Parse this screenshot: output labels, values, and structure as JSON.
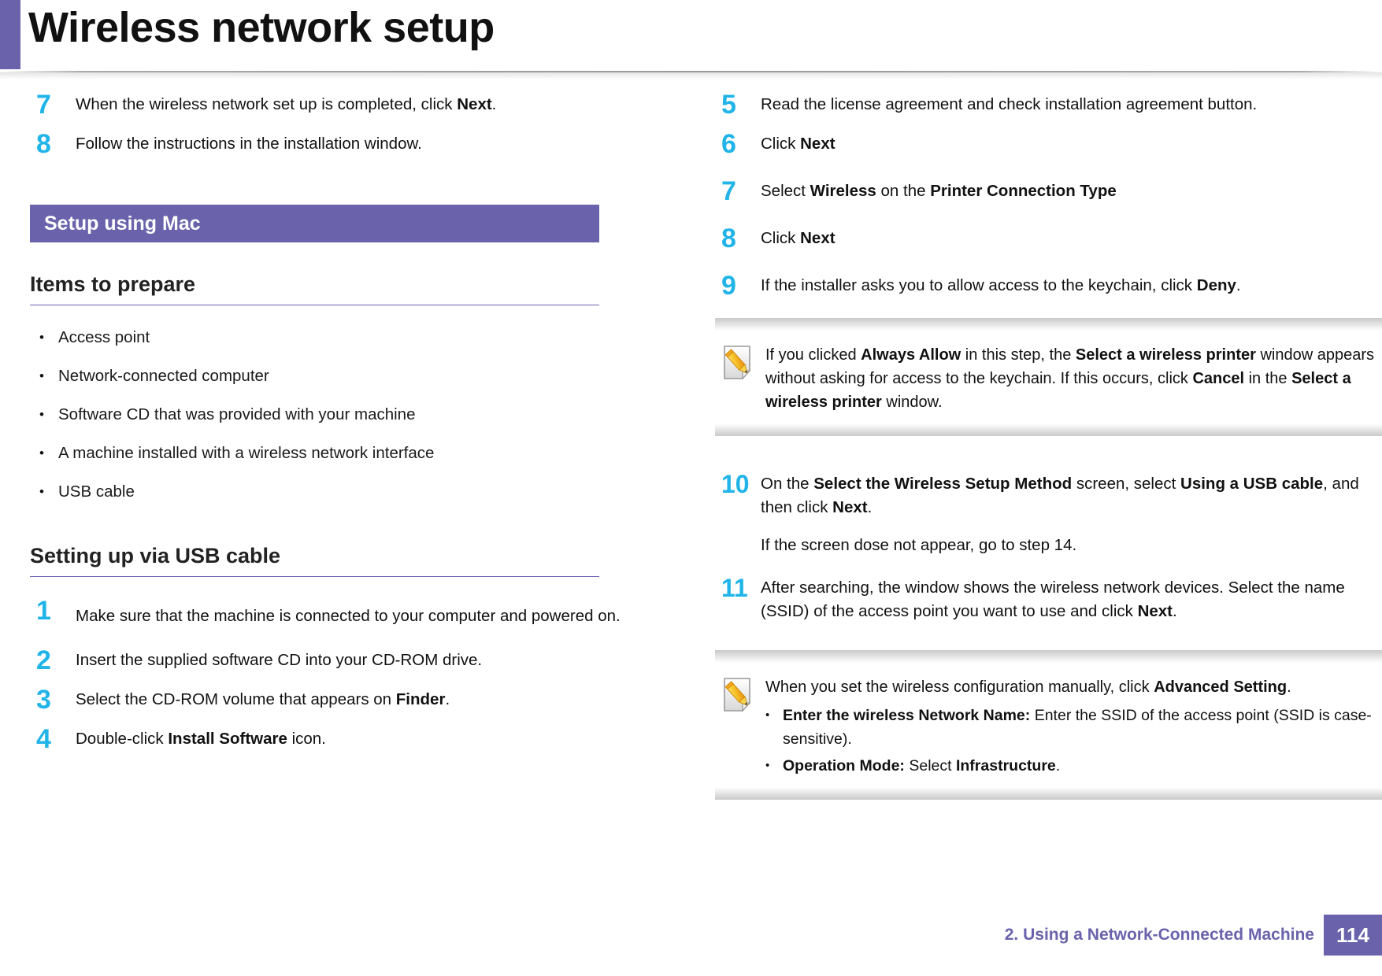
{
  "header": {
    "title": "Wireless network setup"
  },
  "left_column": {
    "top_steps": [
      {
        "num": "7",
        "text_before": "When the wireless network set up is completed, click ",
        "bold": "Next",
        "text_after": "."
      },
      {
        "num": "8",
        "text_before": "Follow the instructions in the installation window.",
        "bold": "",
        "text_after": ""
      }
    ],
    "banner": {
      "label": "Setup using Mac"
    },
    "items_heading": "Items to prepare",
    "items": [
      "Access point",
      "Network-connected computer",
      "Software CD that was provided with your machine",
      "A machine installed with a wireless network interface",
      "USB cable"
    ],
    "usb_heading": "Setting up via USB cable",
    "usb_steps": [
      {
        "num": "1",
        "text_before": "Make sure that the machine is connected to your computer and powered on.",
        "bold": "",
        "text_after": ""
      },
      {
        "num": "2",
        "text_before": "Insert the supplied software CD into your CD-ROM drive.",
        "bold": "",
        "text_after": ""
      },
      {
        "num": "3",
        "text_before": "Select the CD-ROM volume that appears on ",
        "bold": "Finder",
        "text_after": "."
      },
      {
        "num": "4",
        "text_before": "Double-click ",
        "bold": "Install Software",
        "text_after": " icon."
      }
    ]
  },
  "right_column": {
    "steps_5_9": [
      {
        "num": "5",
        "text": "Read the license agreement and check installation agreement button."
      },
      {
        "num": "6",
        "text": "Click Next"
      },
      {
        "num": "7",
        "text": "Select Wireless on the Printer Connection Type"
      },
      {
        "num": "8",
        "text": "Click Next"
      },
      {
        "num": "9",
        "text": "If the installer asks you to allow access to the keychain, click Deny."
      }
    ],
    "step5": {
      "num": "5",
      "t1": "Read the license agreement and check installation agreement button."
    },
    "step6": {
      "num": "6",
      "t1": "Click ",
      "b1": "Next"
    },
    "step7": {
      "num": "7",
      "t1": "Select ",
      "b1": "Wireless",
      "t2": " on the ",
      "b2": "Printer Connection Type"
    },
    "step8": {
      "num": "8",
      "t1": "Click ",
      "b1": "Next"
    },
    "step9": {
      "num": "9",
      "t1": "If the installer asks you to allow access to the keychain, click ",
      "b1": "Deny",
      "t2": "."
    },
    "note1": {
      "icon": "memo-pencil-icon",
      "t1": "If you clicked ",
      "b1": "Always Allow",
      "t2": " in this step, the ",
      "b2": "Select a wireless printer",
      "t3": " window appears without asking for access to the keychain. If this occurs, click ",
      "b3": "Cancel",
      "t4": " in the ",
      "b4": "Select a wireless printer",
      "t5": " window."
    },
    "step10": {
      "num": "10",
      "t1": "On the ",
      "b1": "Select the Wireless Setup Method",
      "t2": " screen, select ",
      "b2": "Using a USB cable",
      "t3": ", and then click ",
      "b3": "Next",
      "t4": ".",
      "sub": "If the screen dose not appear, go to step 14."
    },
    "step11": {
      "num": "11",
      "t1": "After searching, the window shows the wireless network devices. Select the name (SSID) of the access point you want to use and click ",
      "b1": "Next",
      "t2": "."
    },
    "note2": {
      "icon": "memo-pencil-icon",
      "t1": "When you set the wireless configuration manually, click ",
      "b1": "Advanced Setting",
      "t2": ".",
      "sub_items": [
        {
          "bold": "Enter the wireless Network Name:",
          "text": " Enter the SSID of the access point (SSID is case-sensitive)."
        },
        {
          "bold": "Operation Mode:",
          "text": " Select ",
          "bold2": "Infrastructure",
          "text2": "."
        }
      ]
    }
  },
  "footer": {
    "chapter_label": "2.  Using a Network-Connected Machine",
    "page_number": "114"
  },
  "colors": {
    "accent_purple": "#6a63ac",
    "step_number_blue": "#21b4e8",
    "text": "#111111"
  },
  "symbols": {
    "bullet": "•"
  }
}
